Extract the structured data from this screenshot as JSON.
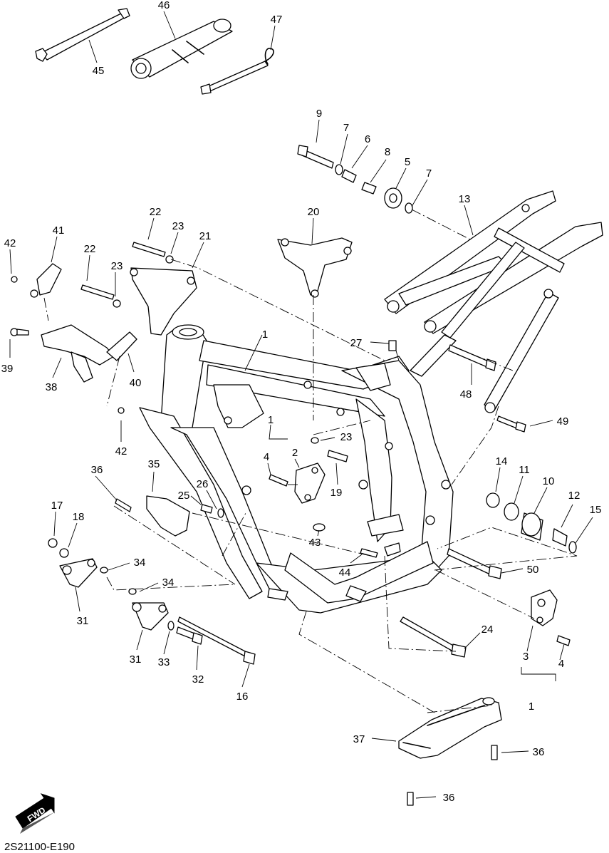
{
  "diagram": {
    "code": "2S21100-E190",
    "fwd_label": "FWD",
    "callouts": [
      {
        "id": "c45",
        "text": "45"
      },
      {
        "id": "c46",
        "text": "46"
      },
      {
        "id": "c47",
        "text": "47"
      },
      {
        "id": "c9",
        "text": "9"
      },
      {
        "id": "c7a",
        "text": "7"
      },
      {
        "id": "c6",
        "text": "6"
      },
      {
        "id": "c8",
        "text": "8"
      },
      {
        "id": "c5",
        "text": "5"
      },
      {
        "id": "c7b",
        "text": "7"
      },
      {
        "id": "c13",
        "text": "13"
      },
      {
        "id": "c20",
        "text": "20"
      },
      {
        "id": "c22a",
        "text": "22"
      },
      {
        "id": "c23a",
        "text": "23"
      },
      {
        "id": "c21",
        "text": "21"
      },
      {
        "id": "c42a",
        "text": "42"
      },
      {
        "id": "c41",
        "text": "41"
      },
      {
        "id": "c22b",
        "text": "22"
      },
      {
        "id": "c23b",
        "text": "23"
      },
      {
        "id": "c1a",
        "text": "1"
      },
      {
        "id": "c27",
        "text": "27"
      },
      {
        "id": "c39",
        "text": "39"
      },
      {
        "id": "c38",
        "text": "38"
      },
      {
        "id": "c40",
        "text": "40"
      },
      {
        "id": "c48",
        "text": "48"
      },
      {
        "id": "c42b",
        "text": "42"
      },
      {
        "id": "c49",
        "text": "49"
      },
      {
        "id": "c1b",
        "text": "1"
      },
      {
        "id": "c23c",
        "text": "23"
      },
      {
        "id": "c4a",
        "text": "4"
      },
      {
        "id": "c2",
        "text": "2"
      },
      {
        "id": "c36a",
        "text": "36"
      },
      {
        "id": "c35",
        "text": "35"
      },
      {
        "id": "c19",
        "text": "19"
      },
      {
        "id": "c14",
        "text": "14"
      },
      {
        "id": "c11",
        "text": "11"
      },
      {
        "id": "c10",
        "text": "10"
      },
      {
        "id": "c26",
        "text": "26"
      },
      {
        "id": "c25",
        "text": "25"
      },
      {
        "id": "c12",
        "text": "12"
      },
      {
        "id": "c17",
        "text": "17"
      },
      {
        "id": "c18",
        "text": "18"
      },
      {
        "id": "c15",
        "text": "15"
      },
      {
        "id": "c43",
        "text": "43"
      },
      {
        "id": "c34a",
        "text": "34"
      },
      {
        "id": "c44",
        "text": "44"
      },
      {
        "id": "c50",
        "text": "50"
      },
      {
        "id": "c34b",
        "text": "34"
      },
      {
        "id": "c31a",
        "text": "31"
      },
      {
        "id": "c24",
        "text": "24"
      },
      {
        "id": "c31b",
        "text": "31"
      },
      {
        "id": "c33",
        "text": "33"
      },
      {
        "id": "c3",
        "text": "3"
      },
      {
        "id": "c4b",
        "text": "4"
      },
      {
        "id": "c32",
        "text": "32"
      },
      {
        "id": "c16",
        "text": "16"
      },
      {
        "id": "c1c",
        "text": "1"
      },
      {
        "id": "c37",
        "text": "37"
      },
      {
        "id": "c36b",
        "text": "36"
      },
      {
        "id": "c36c",
        "text": "36"
      }
    ]
  }
}
